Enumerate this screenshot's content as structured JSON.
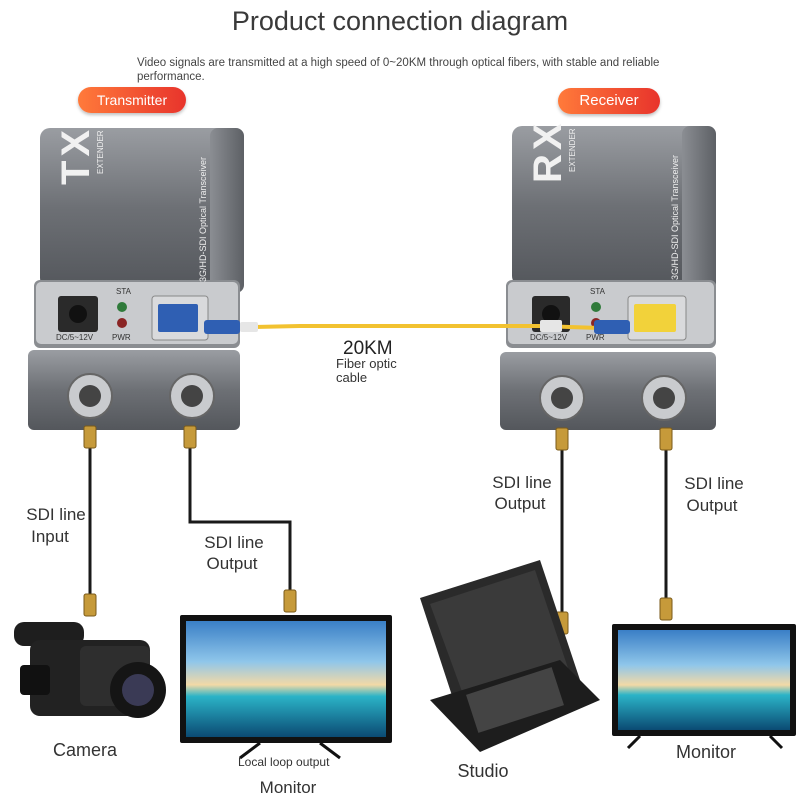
{
  "title": "Product connection diagram",
  "description": "Video signals are transmitted at a high speed of 0~20KM through optical fibers, with stable and reliable performance.",
  "transmitter": {
    "label": "Transmitter",
    "module_text": "TX",
    "extender": "EXTENDER",
    "side_text": "3G/HD-SDI Optical Transceiver",
    "sta": "STA",
    "pwr": "PWR",
    "dc": "DC/5~12V"
  },
  "receiver": {
    "label": "Receiver",
    "module_text": "RX",
    "extender": "EXTENDER",
    "side_text": "3G/HD-SDI Optical Transceiver",
    "sta": "STA",
    "pwr": "PWR",
    "dc": "DC/5~12V"
  },
  "fiber": {
    "distance": "20KM",
    "line1": "Fiber optic",
    "line2": "cable"
  },
  "cables": {
    "tx_input": [
      "SDI line",
      "Input"
    ],
    "tx_output": [
      "SDI line",
      "Output"
    ],
    "rx_output_left": [
      "SDI line",
      "Output"
    ],
    "rx_output_right": [
      "SDI line",
      "Output"
    ]
  },
  "devices": {
    "camera": "Camera",
    "monitor_left": "Monitor",
    "local_loop": "Local loop output",
    "studio": "Studio",
    "monitor_right": "Monitor"
  },
  "colors": {
    "accent_start": "#ff7a3a",
    "accent_end": "#e8342c",
    "fiber": "#f2c230",
    "metal": "#7a7d82"
  }
}
